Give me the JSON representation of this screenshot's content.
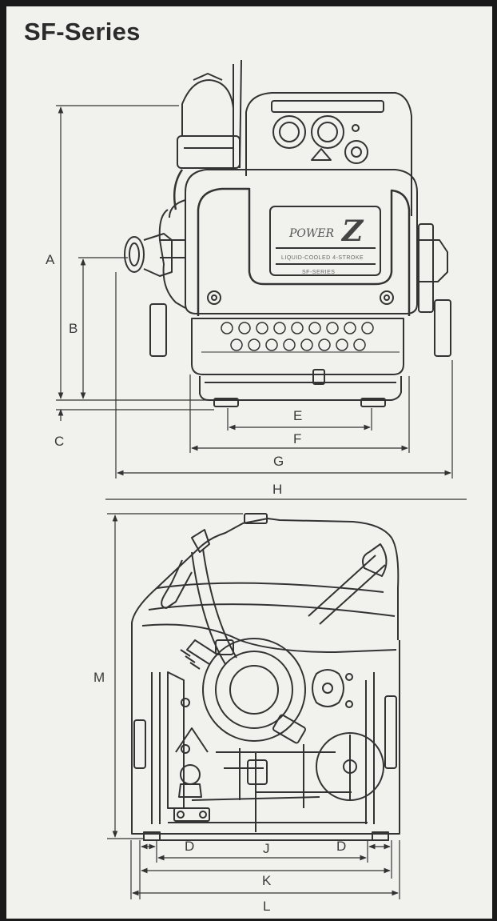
{
  "title": "SF-Series",
  "front_view": {
    "brand_text": "POWER",
    "brand_letter": "Z",
    "panel_line1": "LIQUID-COOLED 4-STROKE",
    "panel_line2": "SF-SERIES",
    "dimension_labels": {
      "a": "A",
      "b": "B",
      "c": "C",
      "e": "E",
      "f": "F",
      "g": "G",
      "h": "H"
    }
  },
  "side_view": {
    "dimension_labels": {
      "m": "M",
      "d_left": "D",
      "j": "J",
      "d_right": "D",
      "k": "K",
      "l": "L"
    }
  }
}
